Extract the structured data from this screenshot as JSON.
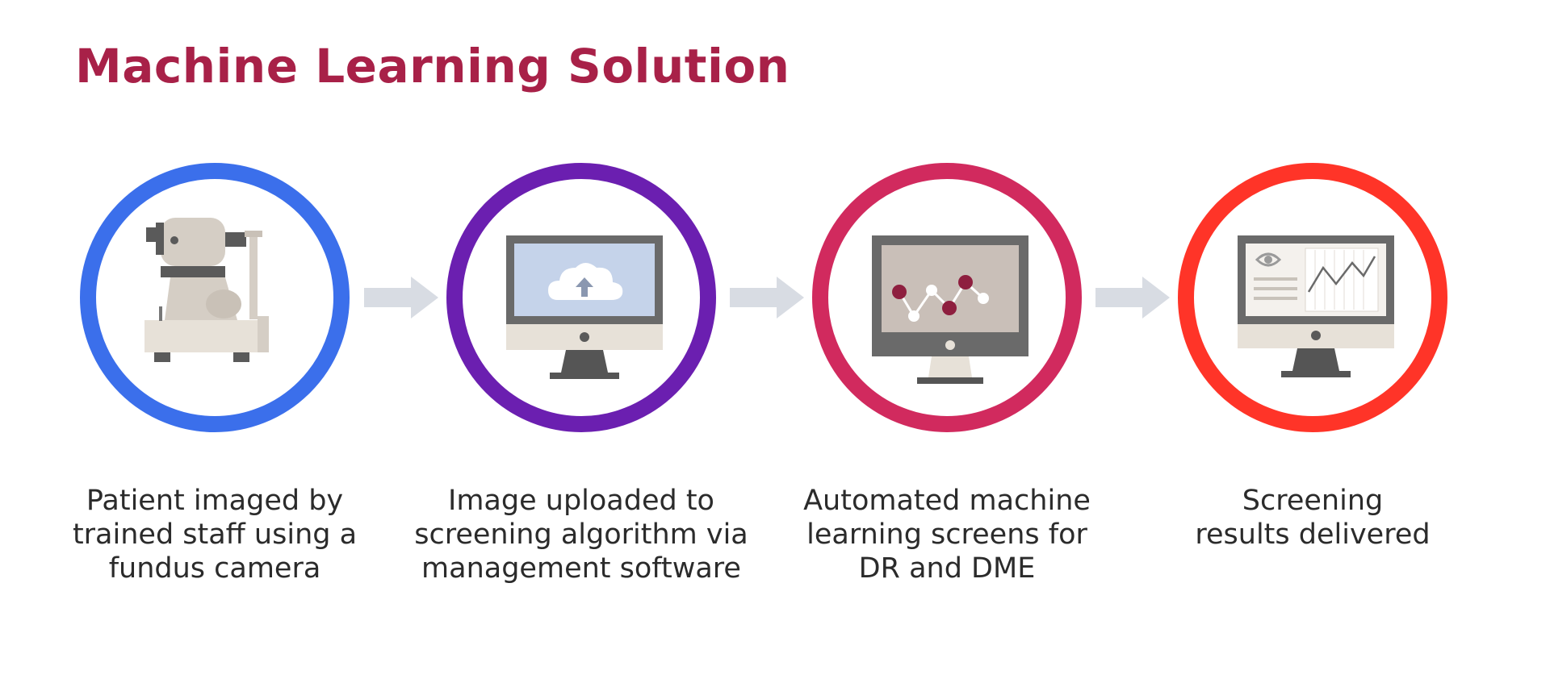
{
  "title": "Machine Learning Solution",
  "colors": {
    "title": "#A82148",
    "step1": "#3B6FEB",
    "step2": "#6B1FB0",
    "step3": "#D12A5E",
    "step4": "#FF3428",
    "arrow": "#D8DCE3"
  },
  "steps": [
    {
      "icon": "fundus-camera-icon",
      "caption": [
        "Patient imaged by",
        "trained staff using a",
        "fundus camera"
      ]
    },
    {
      "icon": "cloud-upload-monitor-icon",
      "caption": [
        "Image uploaded to",
        "screening algorithm via",
        "management software"
      ]
    },
    {
      "icon": "analysis-monitor-icon",
      "caption": [
        "Automated machine",
        "learning screens for",
        "DR and DME"
      ]
    },
    {
      "icon": "results-monitor-icon",
      "caption": [
        "Screening",
        "results delivered"
      ]
    }
  ]
}
